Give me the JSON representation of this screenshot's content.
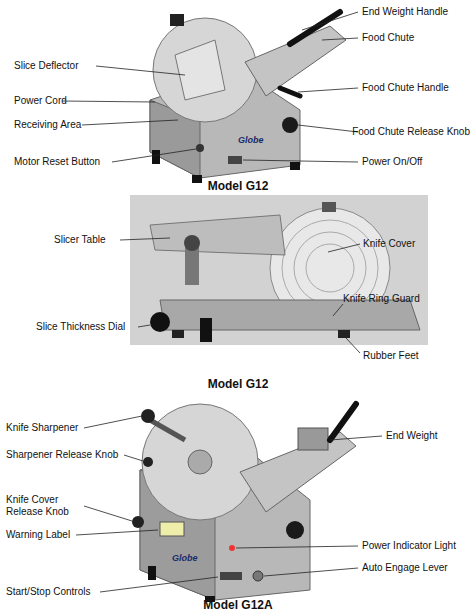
{
  "diagram": {
    "labels": [
      "End Weight Handle",
      "Food Chute",
      "Slice Deflector",
      "Food Chute Handle",
      "Power Cord",
      "Receiving Area",
      "Food Chute Release Knob",
      "Motor Reset Button",
      "Power On/Off",
      "Globe",
      "Model G12",
      "Slicer Table",
      "Knife Cover",
      "Knife Ring Guard",
      "Slice Thickness Dial",
      "Rubber Feet",
      "Model G12",
      "Knife Sharpener",
      "End Weight",
      "Sharpener Release Knob",
      "Knife Cover Release Knob",
      "Warning Label",
      "Globe",
      "Power Indicator Light",
      "Start/Stop Controls",
      "Auto Engage Lever",
      "Model G12A"
    ]
  }
}
